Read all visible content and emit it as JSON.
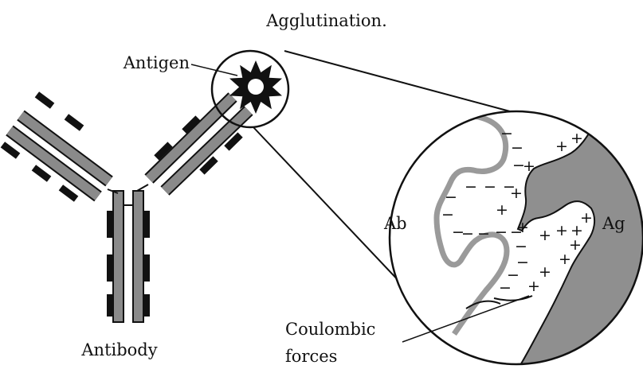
{
  "title": "Agglutination.",
  "labels": {
    "antigen": "Antigen",
    "antibody": "Antibody",
    "ab": "Ab",
    "ag": "Ag",
    "coulombic_line1": "Coulombic",
    "coulombic_line2": "forces"
  },
  "charges": {
    "negative": "−",
    "positive": "+"
  },
  "colors": {
    "ink": "#111111",
    "chain_fill": "#8a8a8a",
    "antigen_region": "#8f8f8f",
    "antibody_outline": "#9a9a9a"
  }
}
